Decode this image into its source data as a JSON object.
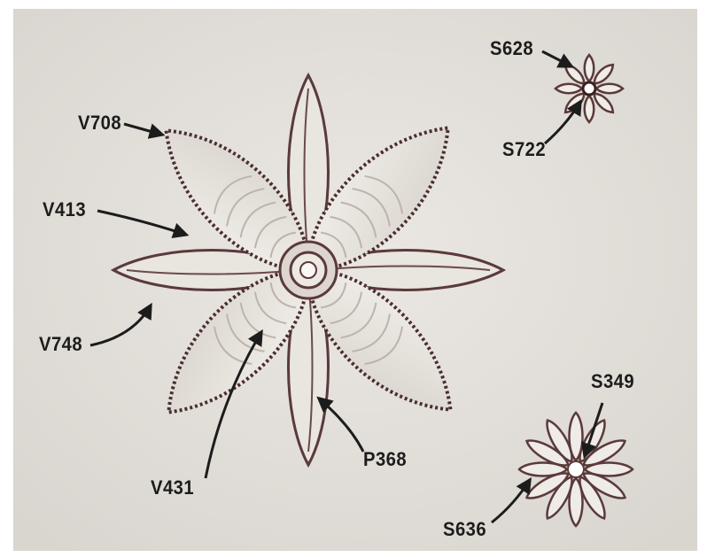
{
  "labels": {
    "v708": "V708",
    "v413": "V413",
    "v748": "V748",
    "v431": "V431",
    "p368": "P368",
    "s628": "S628",
    "s722": "S722",
    "s349": "S349",
    "s636": "S636"
  },
  "colors": {
    "leather": "#e6e3de",
    "border": "#ffffff",
    "tool_mark": "#5a3a3a",
    "label_text": "#1c1c1c"
  }
}
